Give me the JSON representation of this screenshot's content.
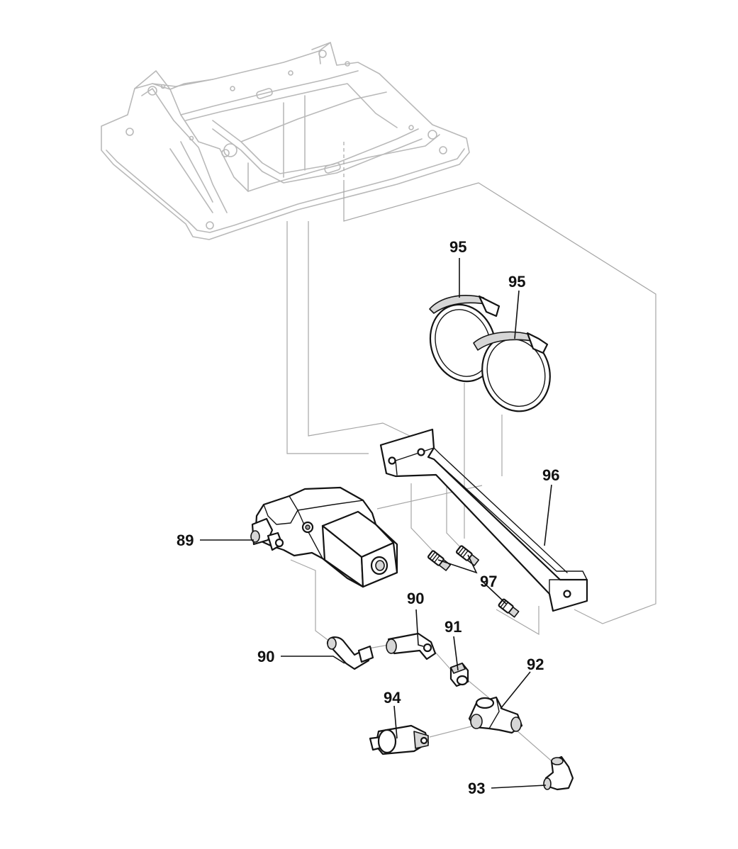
{
  "callouts": {
    "c89": "89",
    "c90a": "90",
    "c90b": "90",
    "c91": "91",
    "c92": "92",
    "c93": "93",
    "c94": "94",
    "c95a": "95",
    "c95b": "95",
    "c96": "96",
    "c97": "97"
  }
}
